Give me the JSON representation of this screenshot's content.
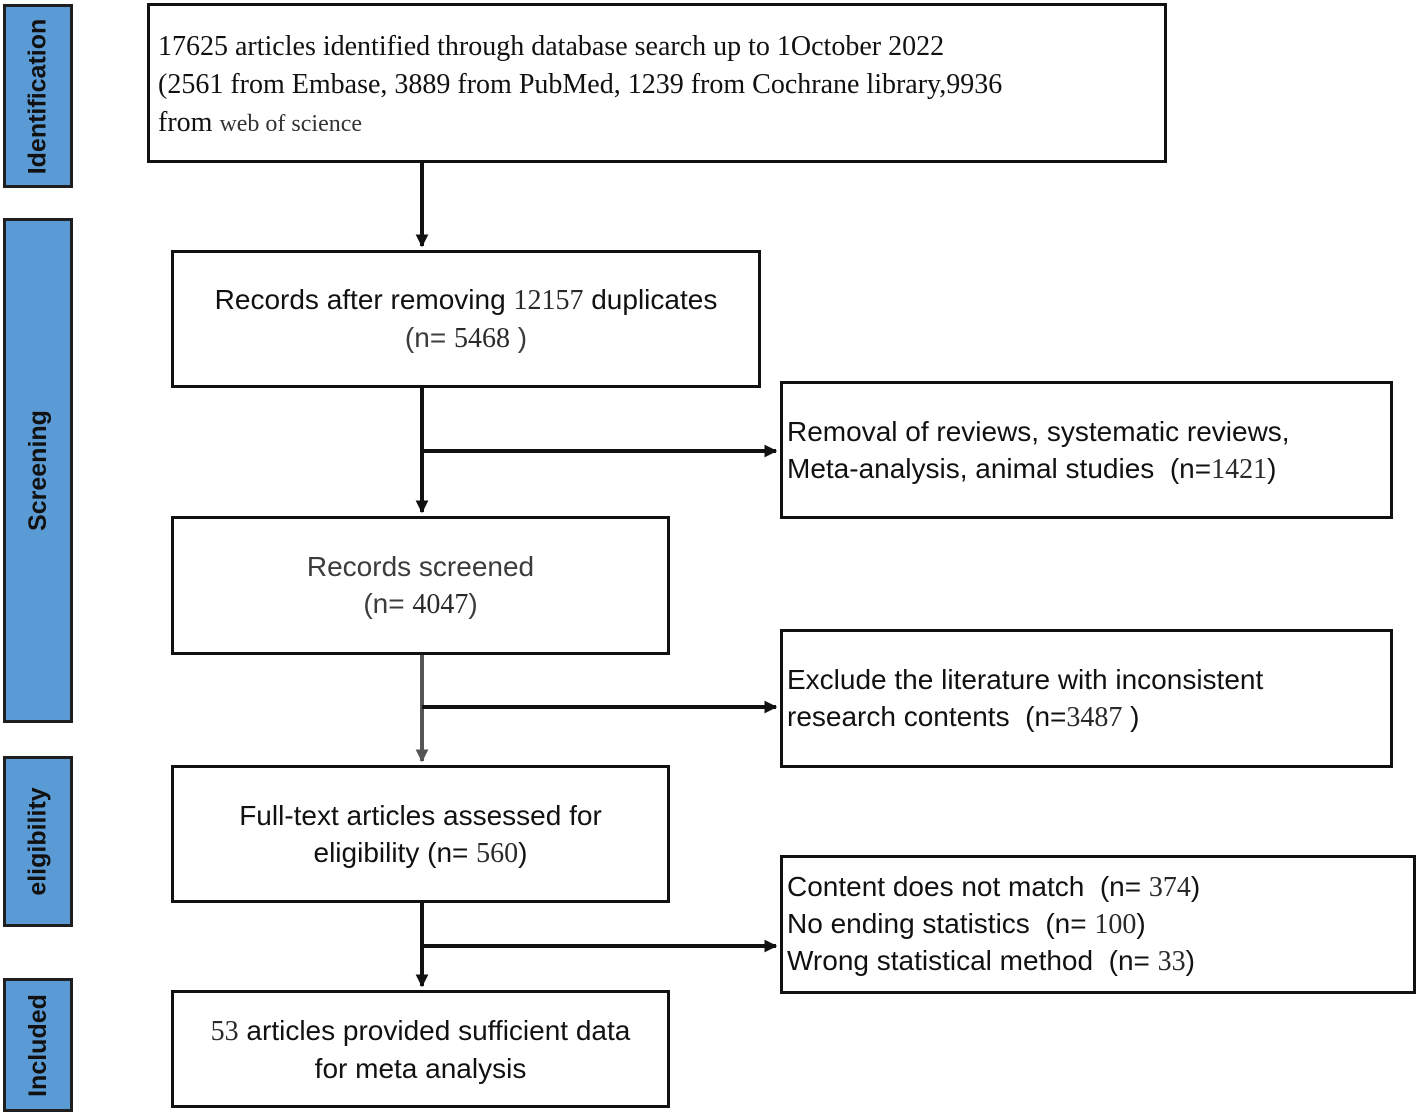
{
  "stages": {
    "identification": "Identification",
    "screening": "Screening",
    "eligibility": "eligibility",
    "included": "Included"
  },
  "identification_box": {
    "line1": "17625 articles identified through database search up to 1October 2022",
    "line2": "(2561 from Embase, 3889 from PubMed, 1239 from Cochrane library,9936",
    "line3a": "from",
    "line3b": "web of science"
  },
  "duplicates_box": {
    "line1_pre": "Records after removing",
    "line1_num": "12157",
    "line1_post": "duplicates",
    "line2_pre": "(n=",
    "line2_num": "5468",
    "line2_post": ")"
  },
  "reviews_exclusion_box": {
    "line1": "Removal of reviews, systematic reviews,",
    "line2_pre": "Meta-analysis, animal studies  (n=",
    "line2_num": "1421",
    "line2_post": ")"
  },
  "screened_box": {
    "line1": "Records screened",
    "line2_pre": "(n=",
    "line2_num": "4047",
    "line2_post": ")"
  },
  "inconsistent_exclusion_box": {
    "line1": "Exclude the literature with inconsistent",
    "line2_pre": "research contents  (n=",
    "line2_num": "3487",
    "line2_post": ")"
  },
  "fulltext_box": {
    "line1": "Full-text articles assessed for",
    "line2_pre": "eligibility (n=",
    "line2_num": "560",
    "line2_post": ")"
  },
  "fulltext_exclusion_box": {
    "reason1_pre": "Content does not match  (n=",
    "reason1_num": "374",
    "reason1_post": ")",
    "reason2_pre": "No ending statistics  (n=",
    "reason2_num": "100",
    "reason2_post": ")",
    "reason3_pre": "Wrong statistical method  (n=",
    "reason3_num": "33",
    "reason3_post": ")"
  },
  "included_box": {
    "line1_num": "53",
    "line1_post": "articles provided sufficient data",
    "line2": "for meta analysis"
  },
  "colors": {
    "stage_fill": "#5b9bd5",
    "border": "#111111"
  }
}
